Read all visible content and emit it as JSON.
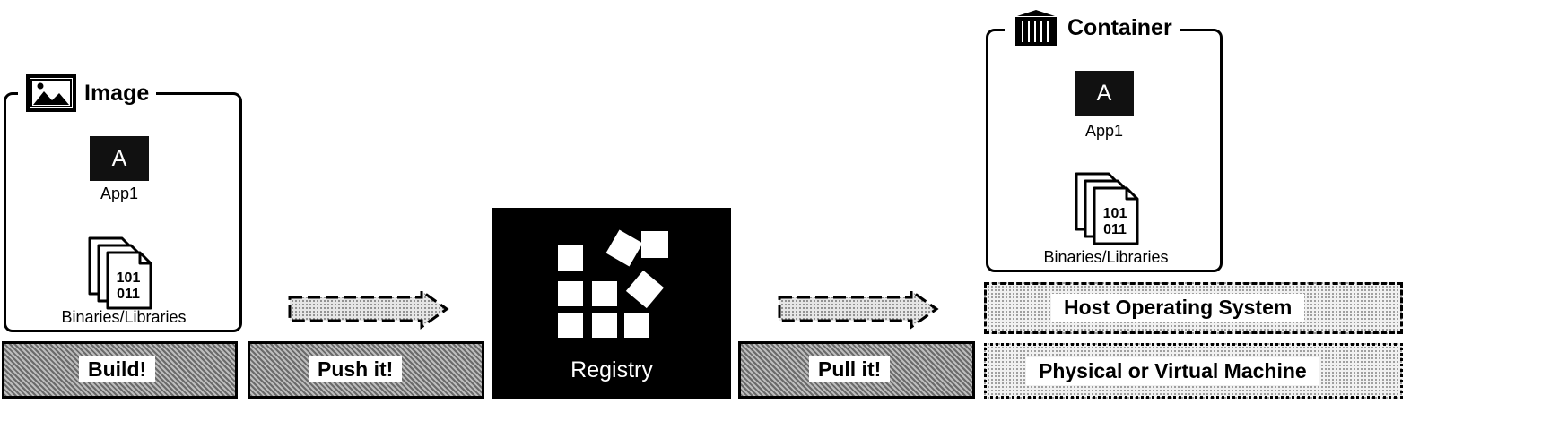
{
  "image_panel": {
    "title": "Image",
    "app_letter": "A",
    "app_label": "App1",
    "binaries_text_top": "101",
    "binaries_text_bottom": "011",
    "binaries_label": "Binaries/Libraries"
  },
  "container_panel": {
    "title": "Container",
    "app_letter": "A",
    "app_label": "App1",
    "binaries_text_top": "101",
    "binaries_text_bottom": "011",
    "binaries_label": "Binaries/Libraries"
  },
  "steps": {
    "build": "Build!",
    "push": "Push it!",
    "pull": "Pull it!"
  },
  "registry": {
    "label": "Registry"
  },
  "layers": {
    "host_os": "Host Operating System",
    "machine": "Physical or Virtual Machine"
  },
  "icons": {
    "image_panel": "landscape-picture-icon",
    "container_panel": "shipping-container-icon",
    "registry": "tile-grid-icon",
    "binaries": "binary-files-icon",
    "push_arrow": "dashed-arrow-right-icon",
    "pull_arrow": "dashed-arrow-right-icon"
  },
  "colors": {
    "ink": "#000000",
    "registry_bg": "#000000",
    "app_box": "#111111",
    "hatch_fill": "#8c8c8c",
    "dotted_fill": "#f1f1f1"
  }
}
